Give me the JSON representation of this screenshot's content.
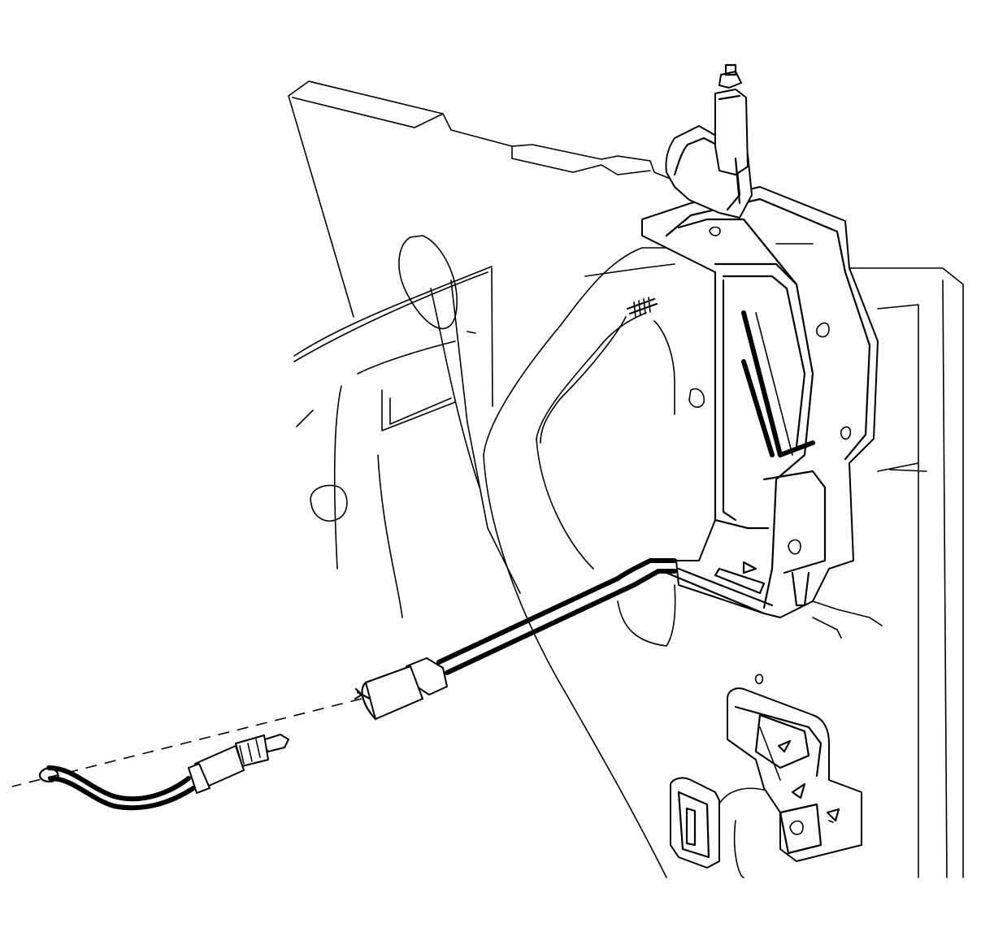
{
  "diagram": {
    "caption": "",
    "line_color": "#000000",
    "background_color": "#ffffff",
    "parts": [
      {
        "id": "body-panel",
        "icon": "sheet-metal-panel"
      },
      {
        "id": "inner-door-panel",
        "icon": "door-panel"
      },
      {
        "id": "mounting-bracket",
        "icon": "bracket"
      },
      {
        "id": "release-handle-lever",
        "icon": "lever"
      },
      {
        "id": "cable-conduit",
        "icon": "cable"
      },
      {
        "id": "cable-end-socket",
        "icon": "socket"
      },
      {
        "id": "remote-cable-end",
        "icon": "cable-end"
      },
      {
        "id": "retaining-screw",
        "icon": "screw"
      },
      {
        "id": "latch-plate",
        "icon": "latch"
      }
    ]
  }
}
